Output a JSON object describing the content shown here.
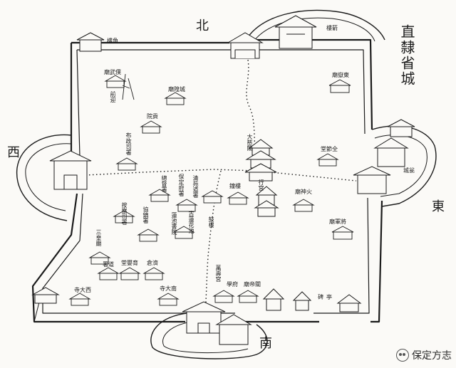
{
  "map": {
    "title": "直隸省城",
    "directions": {
      "north": "北",
      "south": "南",
      "east": "東",
      "west": "西"
    },
    "watermark": "保定方志",
    "labels": [
      {
        "text": "樓角",
        "mode": "h"
      },
      {
        "text": "樓箭",
        "mode": "h"
      },
      {
        "text": "廟武僕",
        "mode": "h"
      },
      {
        "text": "前迎",
        "mode": "v"
      },
      {
        "text": "廟隍城",
        "mode": "h"
      },
      {
        "text": "院貢",
        "mode": "h"
      },
      {
        "text": "布政司署",
        "mode": "v"
      },
      {
        "text": "廟嶽東",
        "mode": "h"
      },
      {
        "text": "大慈閣",
        "mode": "v"
      },
      {
        "text": "堂節全",
        "mode": "h"
      },
      {
        "text": "城瓮",
        "mode": "h"
      },
      {
        "text": "鐘樓",
        "mode": "h"
      },
      {
        "text": "總督署",
        "mode": "v"
      },
      {
        "text": "保定府署",
        "mode": "v"
      },
      {
        "text": "清苑道署",
        "mode": "v"
      },
      {
        "text": "行宮",
        "mode": "v"
      },
      {
        "text": "廟神火",
        "mode": "h"
      },
      {
        "text": "按察司署",
        "mode": "v"
      },
      {
        "text": "協鎮署",
        "mode": "v"
      },
      {
        "text": "蓮池書院",
        "mode": "v"
      },
      {
        "text": "古蓮花池",
        "mode": "v"
      },
      {
        "text": "鼓樓",
        "mode": "v"
      },
      {
        "text": "廟軍將",
        "mode": "h"
      },
      {
        "text": "三皇廟",
        "mode": "v"
      },
      {
        "text": "寺大西",
        "mode": "h"
      },
      {
        "text": "署道",
        "mode": "h"
      },
      {
        "text": "堂嬰育",
        "mode": "h"
      },
      {
        "text": "倉濟",
        "mode": "h"
      },
      {
        "text": "寺大南",
        "mode": "h"
      },
      {
        "text": "萬壽宮",
        "mode": "v"
      },
      {
        "text": "學府",
        "mode": "h"
      },
      {
        "text": "廟帝關",
        "mode": "h"
      },
      {
        "text": "碑",
        "mode": "h"
      },
      {
        "text": "亭",
        "mode": "h"
      }
    ]
  }
}
